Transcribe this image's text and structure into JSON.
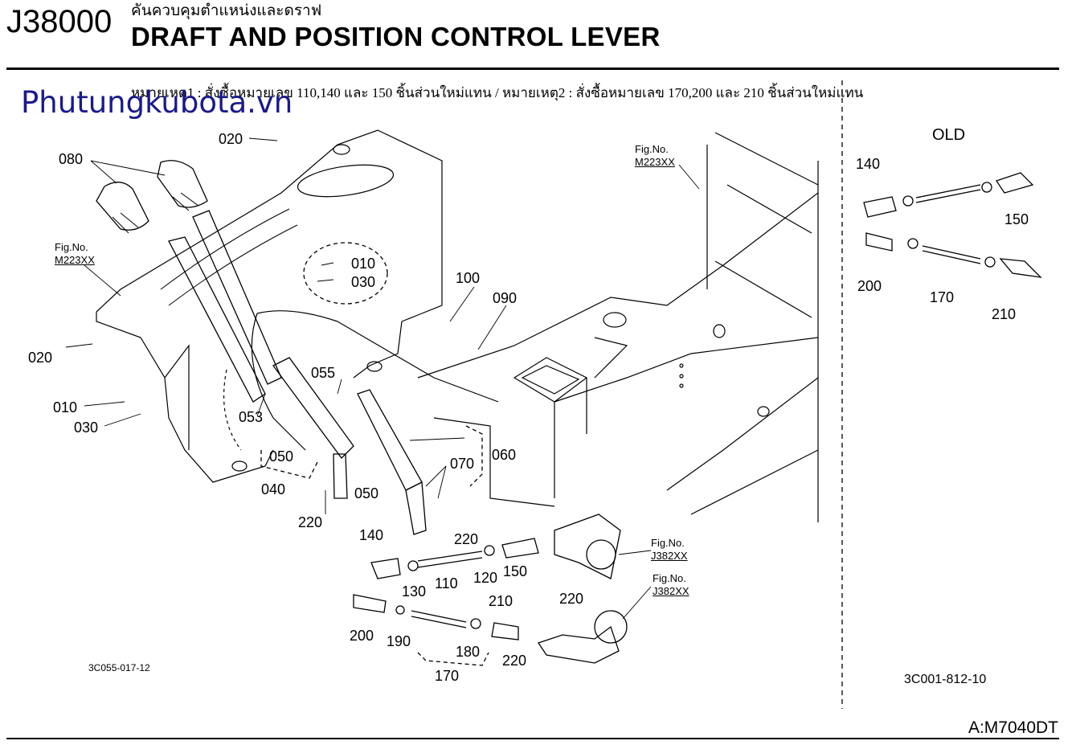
{
  "header": {
    "code": "J38000",
    "thai_title": "คันควบคุมตำแหน่งและดราฟ",
    "title": "DRAFT AND POSITION CONTROL LEVER",
    "note": "หมายเหตุ1 : สั่งซื้อหมายเลข 110,140 และ 150 ชิ้นส่วนใหม่แทน / หมายเหตุ2 : สั่งซื้อหมายเลข 170,200 และ 210 ชิ้นส่วนใหม่แทน"
  },
  "watermark": "Phutungkubota.vn",
  "old_section": {
    "title": "OLD",
    "labels": [
      "140",
      "150",
      "200",
      "170",
      "210"
    ]
  },
  "fig_refs": [
    {
      "prefix": "Fig.No.",
      "ref": "M223XX"
    },
    {
      "prefix": "Fig.No.",
      "ref": "M223XX"
    },
    {
      "prefix": "Fig.No.",
      "ref": "J382XX"
    },
    {
      "prefix": "Fig.No.",
      "ref": "J382XX"
    }
  ],
  "parts": {
    "p020a": "020",
    "p080": "080",
    "p010a": "010",
    "p030a": "030",
    "p100": "100",
    "p090": "090",
    "p020b": "020",
    "p010b": "010",
    "p030b": "030",
    "p055": "055",
    "p053": "053",
    "p050a": "050",
    "p040": "040",
    "p050b": "050",
    "p060": "060",
    "p070": "070",
    "p220a": "220",
    "p220b": "220",
    "p140": "140",
    "p130": "130",
    "p110": "110",
    "p120": "120",
    "p150": "150",
    "p220c": "220",
    "p200": "200",
    "p190": "190",
    "p180": "180",
    "p210": "210",
    "p170": "170",
    "p220d": "220"
  },
  "drawing_codes": {
    "left": "3C055-017-12",
    "right": "3C001-812-10"
  },
  "model": "A:M7040DT"
}
